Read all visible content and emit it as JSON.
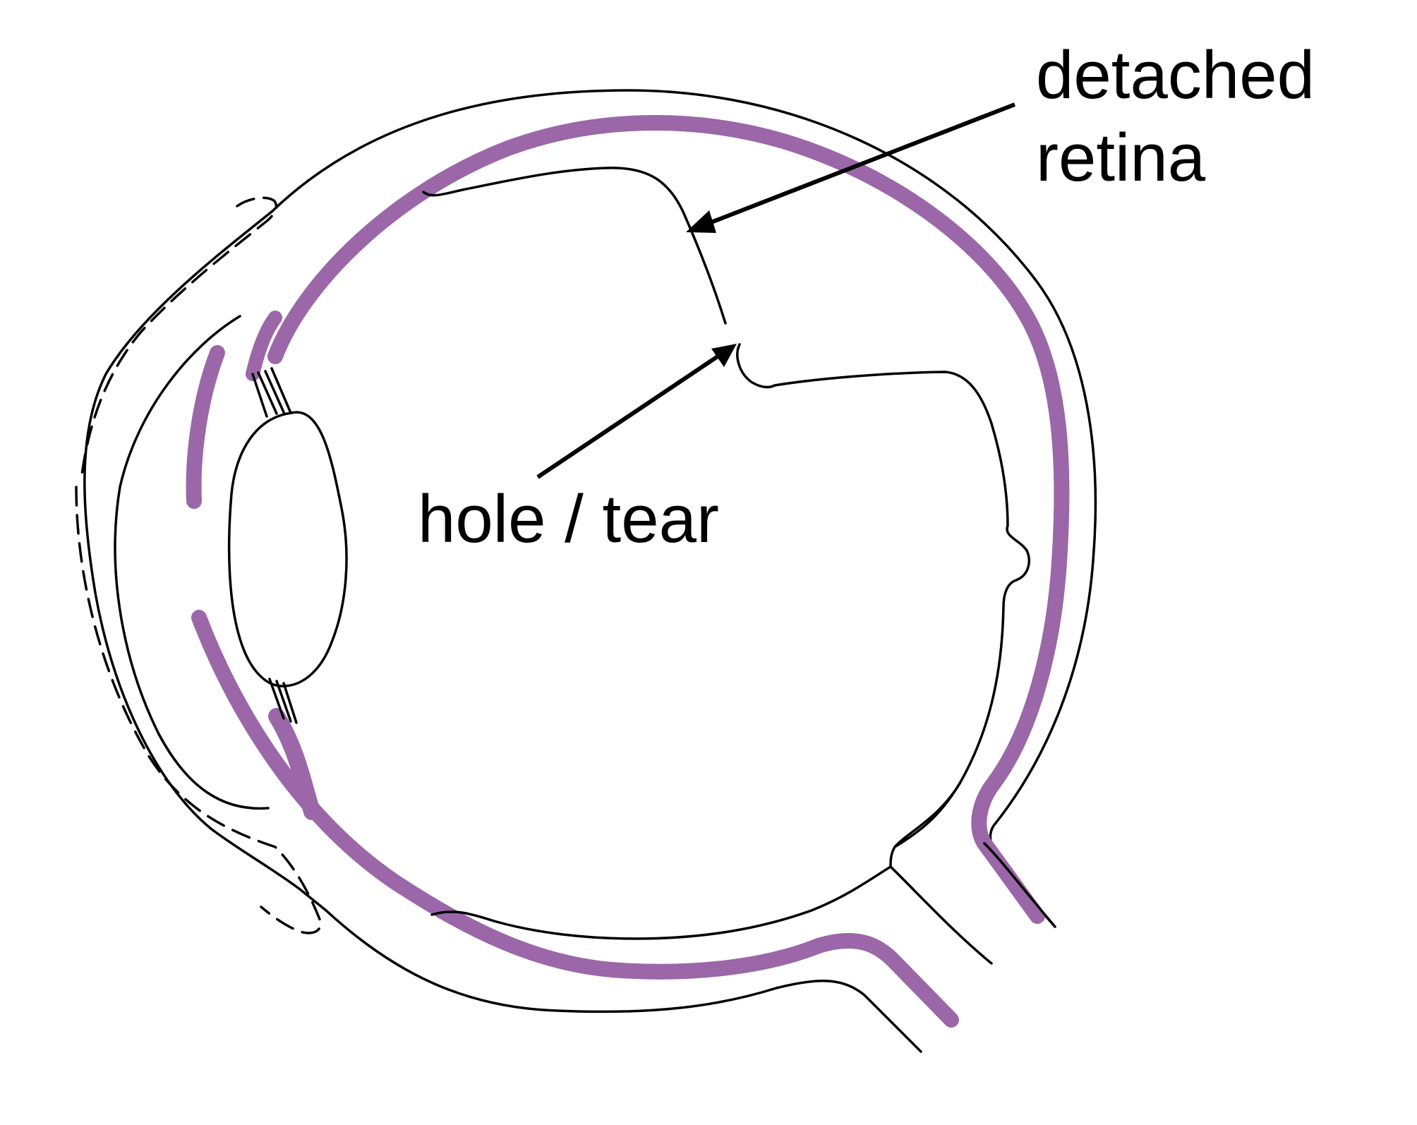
{
  "diagram": {
    "labels": {
      "detached_retina_line1": "detached",
      "detached_retina_line2": "retina",
      "hole_tear": "hole / tear"
    },
    "colors": {
      "choroid": "#9b67a8",
      "outline": "#000000",
      "background": "#ffffff"
    }
  }
}
